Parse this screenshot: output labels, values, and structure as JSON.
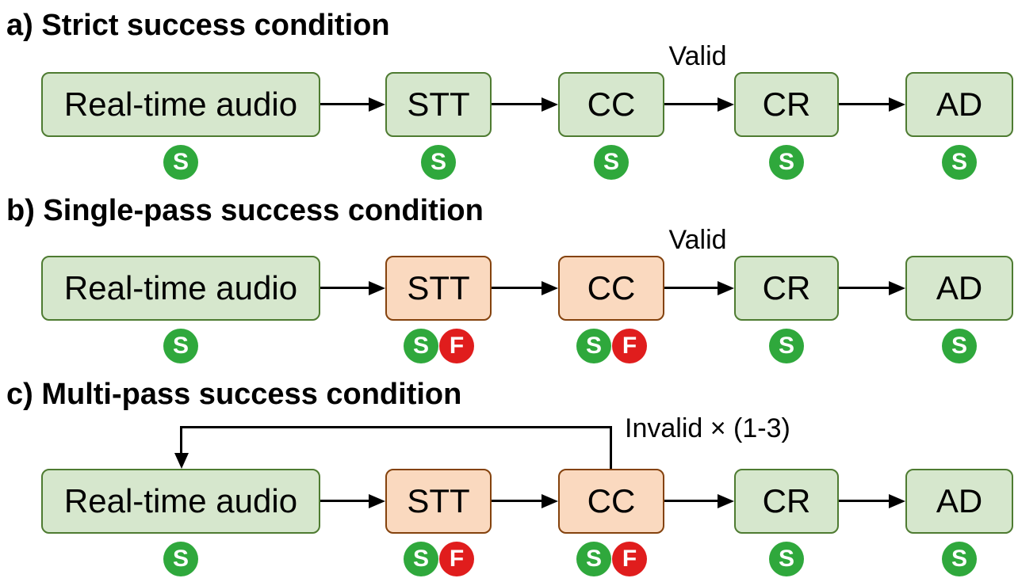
{
  "colors": {
    "background": "#ffffff",
    "text": "#000000",
    "line": "#000000",
    "green_fill": "#d6e7cd",
    "green_border": "#4e7b31",
    "orange_fill": "#fad9bf",
    "orange_border": "#84420d",
    "success": "#2fa83c",
    "fail": "#e01d1d"
  },
  "badges": {
    "success": "S",
    "fail": "F"
  },
  "sections": [
    {
      "title": "a) Strict success condition",
      "edge_label": "Valid",
      "nodes": [
        {
          "label": "Real-time audio",
          "status": "success"
        },
        {
          "label": "STT",
          "status": "success"
        },
        {
          "label": "CC",
          "status": "success"
        },
        {
          "label": "CR",
          "status": "success"
        },
        {
          "label": "AD",
          "status": "success"
        }
      ]
    },
    {
      "title": "b) Single-pass success condition",
      "edge_label": "Valid",
      "nodes": [
        {
          "label": "Real-time audio",
          "status": "success"
        },
        {
          "label": "STT",
          "status": "success-and-fail"
        },
        {
          "label": "CC",
          "status": "success-and-fail"
        },
        {
          "label": "CR",
          "status": "success"
        },
        {
          "label": "AD",
          "status": "success"
        }
      ]
    },
    {
      "title": "c) Multi-pass success condition",
      "feedback_label": "Invalid × (1-3)",
      "nodes": [
        {
          "label": "Real-time audio",
          "status": "success"
        },
        {
          "label": "STT",
          "status": "success-and-fail"
        },
        {
          "label": "CC",
          "status": "success-and-fail"
        },
        {
          "label": "CR",
          "status": "success"
        },
        {
          "label": "AD",
          "status": "success"
        }
      ]
    }
  ]
}
